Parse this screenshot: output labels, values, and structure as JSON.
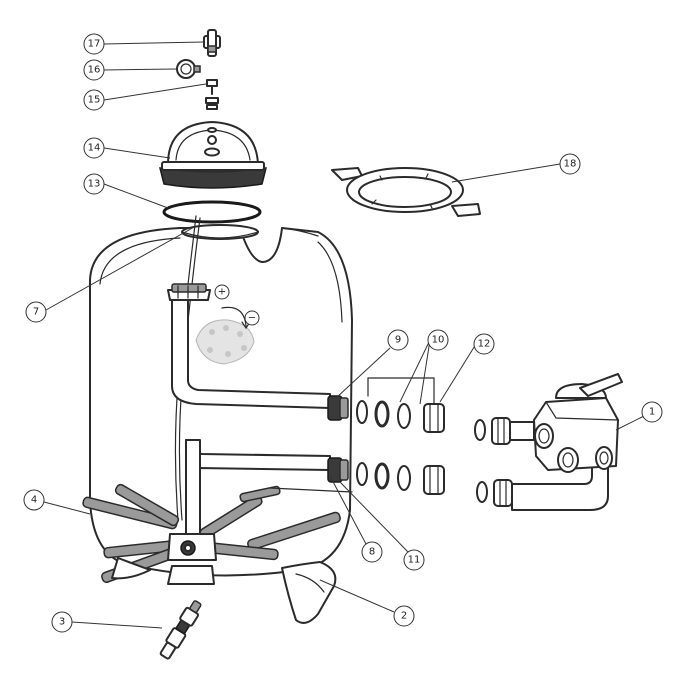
{
  "parts": [
    {
      "id": "17",
      "label": "17"
    },
    {
      "id": "16",
      "label": "16"
    },
    {
      "id": "15",
      "label": "15"
    },
    {
      "id": "14",
      "label": "14"
    },
    {
      "id": "13",
      "label": "13"
    },
    {
      "id": "18",
      "label": "18"
    },
    {
      "id": "7",
      "label": "7"
    },
    {
      "id": "9",
      "label": "9"
    },
    {
      "id": "10",
      "label": "10"
    },
    {
      "id": "12",
      "label": "12"
    },
    {
      "id": "1",
      "label": "1"
    },
    {
      "id": "4",
      "label": "4"
    },
    {
      "id": "8",
      "label": "8"
    },
    {
      "id": "11",
      "label": "11"
    },
    {
      "id": "2",
      "label": "2"
    },
    {
      "id": "3",
      "label": "3"
    }
  ],
  "signs": {
    "plus": "+",
    "minus": "−"
  }
}
